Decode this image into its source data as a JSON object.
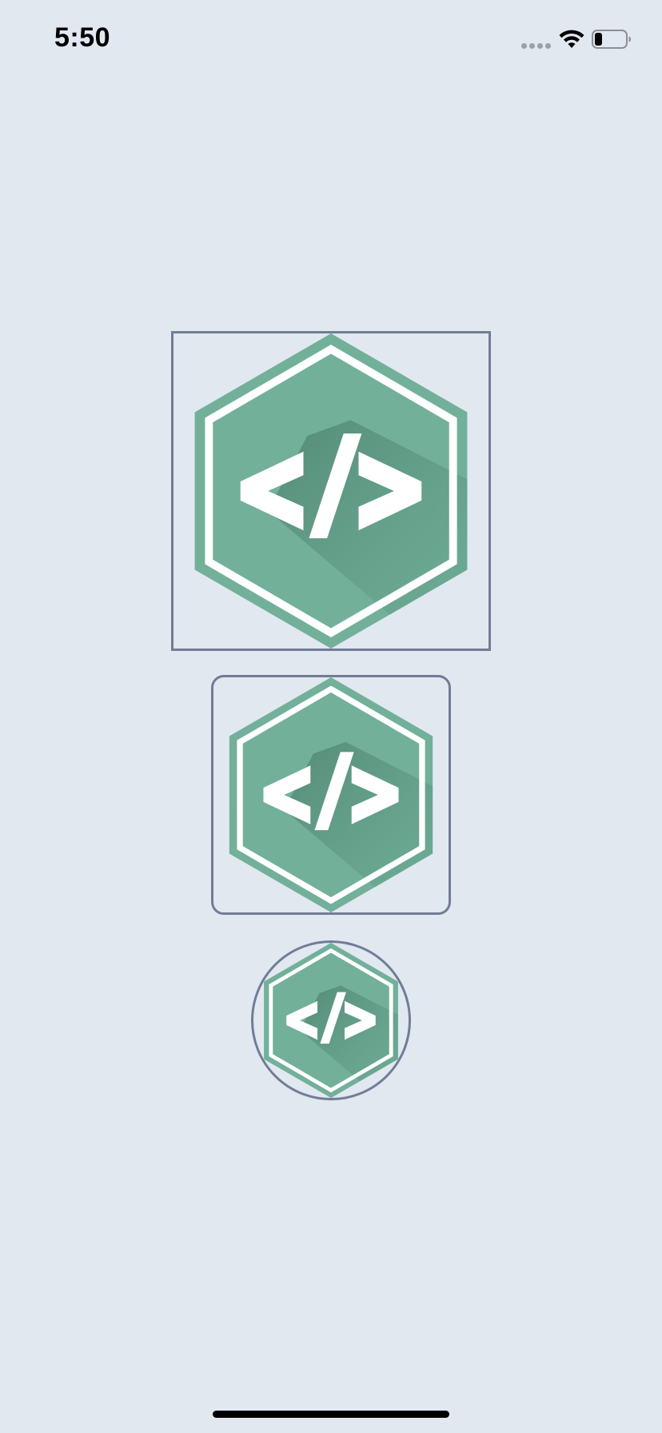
{
  "status_bar": {
    "time": "5:50",
    "icons": [
      "cellular-signal-icon",
      "wifi-icon",
      "battery-icon"
    ],
    "battery_level": 0.25
  },
  "avatars": [
    {
      "shape": "square",
      "icon": "code-hexagon-icon"
    },
    {
      "shape": "rounded",
      "icon": "code-hexagon-icon"
    },
    {
      "shape": "circle",
      "icon": "code-hexagon-icon"
    }
  ],
  "colors": {
    "background": "#e2e8f0",
    "frame_border": "#717d96",
    "hexagon_green": "#72b09a",
    "shadow_green": "#5a8f7b",
    "glyph_white": "#ffffff"
  }
}
